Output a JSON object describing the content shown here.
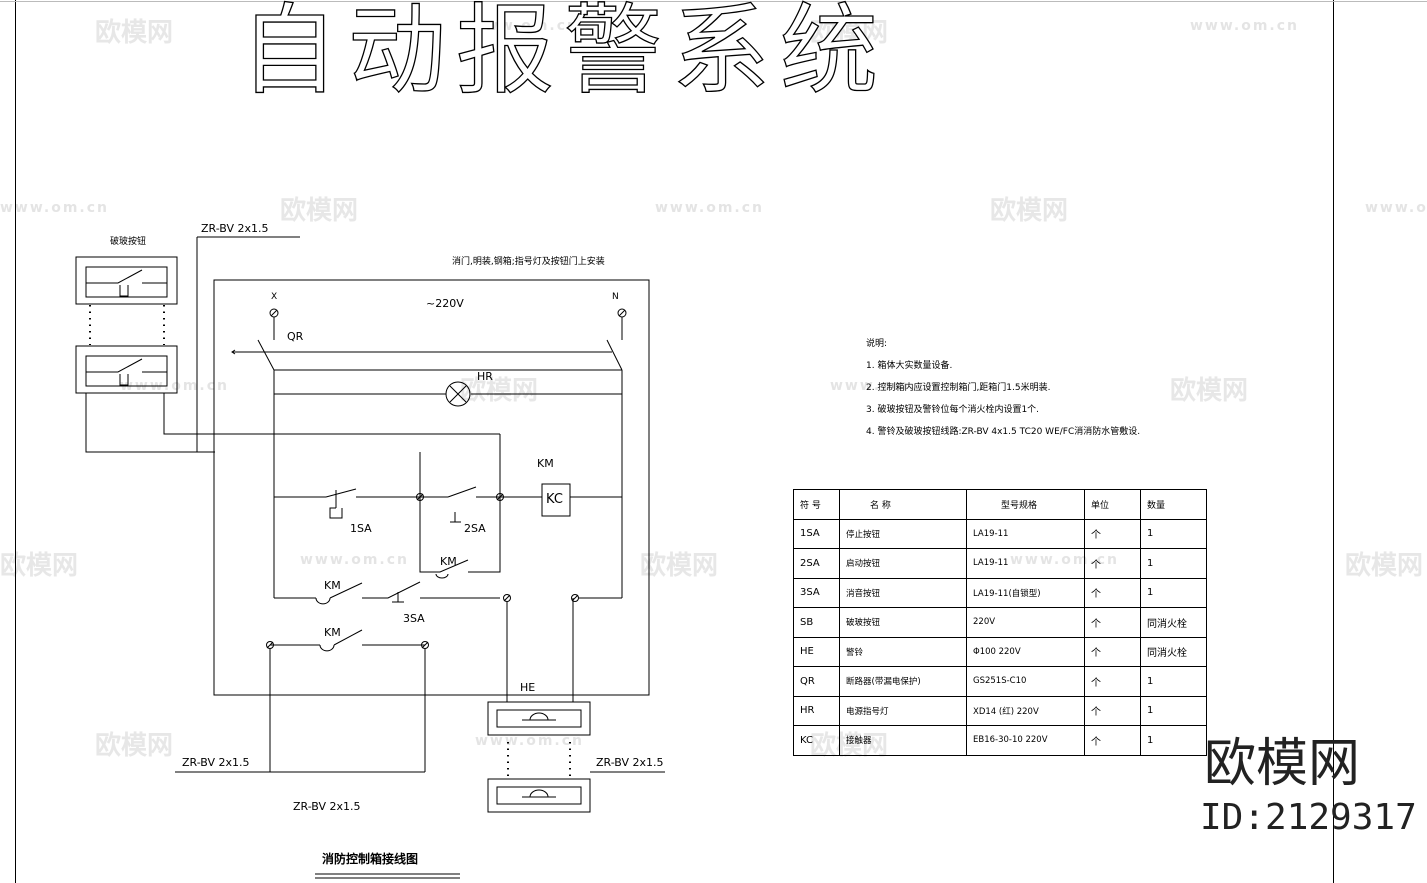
{
  "title": "自动报警系统",
  "labels": {
    "break_glass_button": "破玻按钮",
    "install_note": "消门,明装,钢箱;指号灯及按钮门上安装",
    "wire_top": "ZR-BV 2x1.5",
    "x": "X",
    "n": "N",
    "voltage": "~220V",
    "qr": "QR",
    "hr": "HR",
    "km_coil": "KM",
    "kc": "KC",
    "sa1": "1SA",
    "sa2": "2SA",
    "km_aux1": "KM",
    "km_aux2": "KM",
    "sa3": "3SA",
    "km_aux3": "KM",
    "he": "HE",
    "wire_left": "ZR-BV 2x1.5",
    "wire_bottom": "ZR-BV 2x1.5",
    "wire_right": "ZR-BV 2x1.5",
    "diagram_caption": "消防控制箱接线图"
  },
  "notes": {
    "heading": "说明:",
    "items": [
      "1. 箱体大实数量设备.",
      "2. 控制箱内应设置控制箱门,距箱门1.5米明装.",
      "3. 破玻按钮及警铃位每个消火栓内设置1个.",
      "4. 警铃及破玻按钮线路:ZR-BV 4x1.5 TC20 WE/FC消消防水管敷设."
    ]
  },
  "table": {
    "headers": [
      "符 号",
      "名 称",
      "型号规格",
      "单位",
      "数量"
    ],
    "rows": [
      [
        "1SA",
        "停止按钮",
        "LA19-11",
        "个",
        "1"
      ],
      [
        "2SA",
        "启动按钮",
        "LA19-11",
        "个",
        "1"
      ],
      [
        "3SA",
        "消音按钮",
        "LA19-11(自锁型)",
        "个",
        "1"
      ],
      [
        "SB",
        "破玻按钮",
        "220V",
        "个",
        "同消火栓"
      ],
      [
        "HE",
        "警铃",
        "Φ100 220V",
        "个",
        "同消火栓"
      ],
      [
        "QR",
        "断路器(带漏电保护)",
        "GS251S-C10",
        "个",
        "1"
      ],
      [
        "HR",
        "电源指号灯",
        "XD14 (红) 220V",
        "个",
        "1"
      ],
      [
        "KC",
        "接触器",
        "EB16-30-10 220V",
        "个",
        "1"
      ]
    ]
  },
  "watermark": {
    "text": "欧模网",
    "url": "www.om.cn"
  },
  "brand": {
    "name": "欧模网",
    "id": "ID:2129317"
  }
}
